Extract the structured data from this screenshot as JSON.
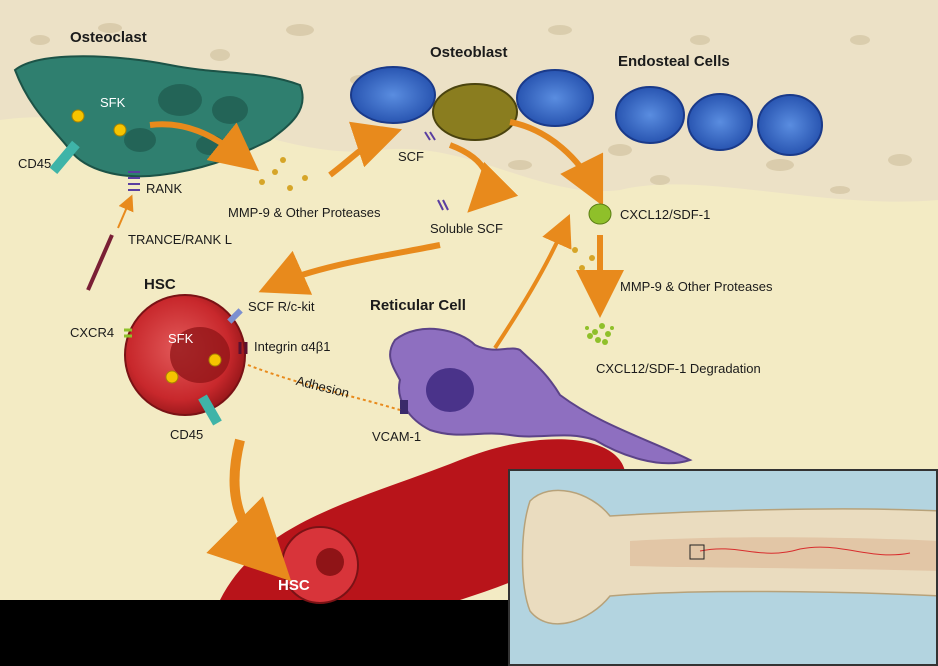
{
  "labels": {
    "osteoclast": "Osteoclast",
    "osteoblast": "Osteoblast",
    "endosteal_cells": "Endosteal Cells",
    "sfk_top": "SFK",
    "cd45_top": "CD45",
    "rank": "RANK",
    "trance": "TRANCE/RANK L",
    "mmp9_left": "MMP-9 & Other Proteases",
    "scf": "SCF",
    "soluble_scf": "Soluble SCF",
    "cxcl12": "CXCL12/SDF-1",
    "mmp9_right": "MMP-9 & Other Proteases",
    "degradation": "CXCL12/SDF-1 Degradation",
    "hsc": "HSC",
    "scf_receptor": "SCF R/c-kit",
    "cxcr4": "CXCR4",
    "sfk_hsc": "SFK",
    "integrin": "Integrin α4β1",
    "adhesion": "Adhesion",
    "cd45_hsc": "CD45",
    "vcam": "VCAM-1",
    "reticular_cell": "Reticular Cell",
    "hsc_vessel": "HSC"
  },
  "colors": {
    "background": "#f3ebc4",
    "osteoclast": "#2f7f6f",
    "osteoblast": "#8a7d1f",
    "endosteal": "#2e5fc0",
    "hsc": "#c8282c",
    "reticular": "#8e6fc0",
    "arrow": "#e88a1c",
    "cxcl12": "#8fc02a"
  }
}
